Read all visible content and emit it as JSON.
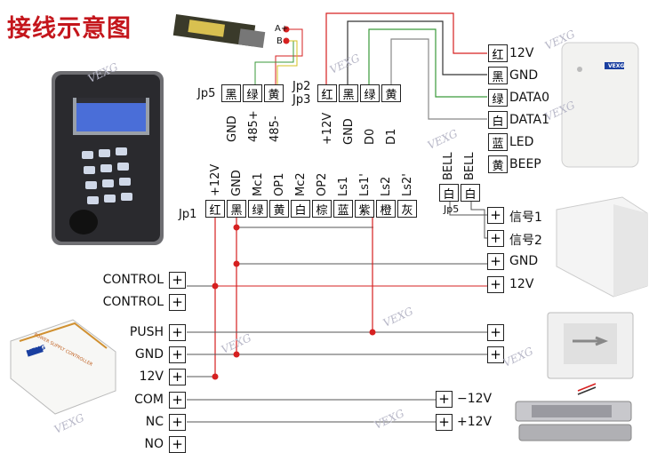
{
  "title": "接线示意图",
  "watermark": "VEXG",
  "converter": {
    "a_plus": "A+",
    "b": "B"
  },
  "jp_labels": {
    "jp5_top": "Jp5",
    "jp2": "Jp2",
    "jp3": "Jp3",
    "jp1": "Jp1",
    "jp5_bell": "Jp5"
  },
  "jp5_top": {
    "colors": [
      "黑",
      "绿",
      "黄"
    ],
    "signals": [
      "GND",
      "485+",
      "485-"
    ]
  },
  "jp2_3": {
    "colors": [
      "红",
      "黑",
      "绿",
      "黄"
    ],
    "signals": [
      "+12V",
      "GND",
      "D0",
      "D1"
    ]
  },
  "jp1": {
    "colors": [
      "红",
      "黑",
      "绿",
      "黄",
      "白",
      "棕",
      "蓝",
      "紫",
      "橙",
      "灰"
    ],
    "signals": [
      "+12V",
      "GND",
      "Mc1",
      "OP1",
      "Mc2",
      "OP2",
      "Ls1",
      "Ls1'",
      "Ls2",
      "Ls2'"
    ]
  },
  "bell": {
    "colors": [
      "白",
      "白"
    ],
    "signals": [
      "BELL",
      "BELL"
    ]
  },
  "reader": {
    "colors": [
      "红",
      "黑",
      "绿",
      "白",
      "蓝",
      "黄"
    ],
    "signals": [
      "12V",
      "GND",
      "DATA0",
      "DATA1",
      "LED",
      "BEEP"
    ]
  },
  "reader_badge": "VEXG",
  "right_terminals": [
    "信号1",
    "信号2",
    "GND",
    "12V"
  ],
  "power_supply": {
    "label": "POWER SUPPLY CONTROLLER",
    "brand": "VEXG",
    "terminals": [
      "CONTROL",
      "CONTROL",
      "PUSH",
      "GND",
      "12V",
      "COM",
      "NC",
      "NO"
    ]
  },
  "lock_terminals": [
    "−12V",
    "+12V"
  ],
  "terminal_symbol": "+",
  "colors": {
    "title": "#c4161c",
    "wire_red": "#d62020",
    "wire_gray": "#555555",
    "wire_green": "#3a9a3a",
    "wire_yellow": "#d4c020"
  }
}
